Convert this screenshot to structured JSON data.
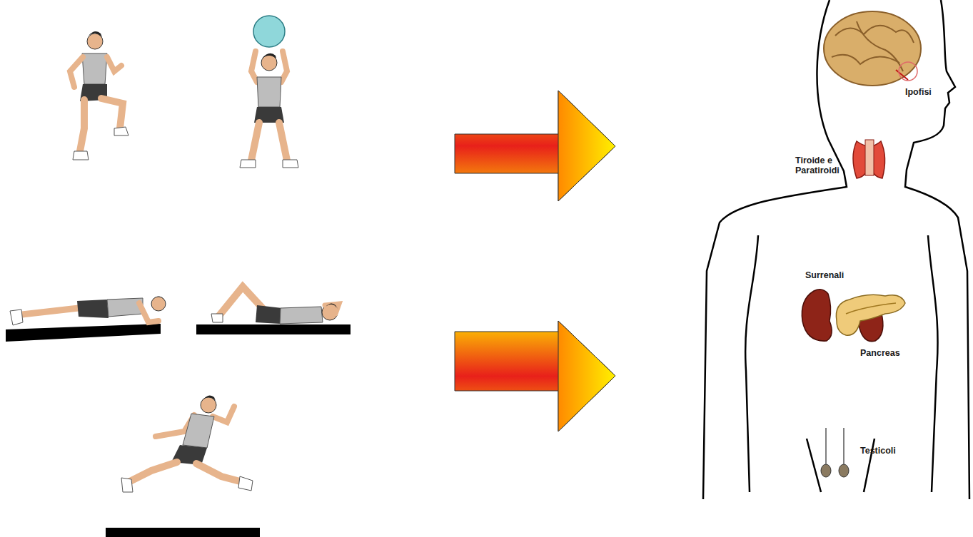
{
  "diagram": {
    "labels": [
      "Ipofisi",
      "Tiroide e Paratiroidi",
      "Surrenali",
      "Pancreas",
      "Testicoli"
    ]
  }
}
